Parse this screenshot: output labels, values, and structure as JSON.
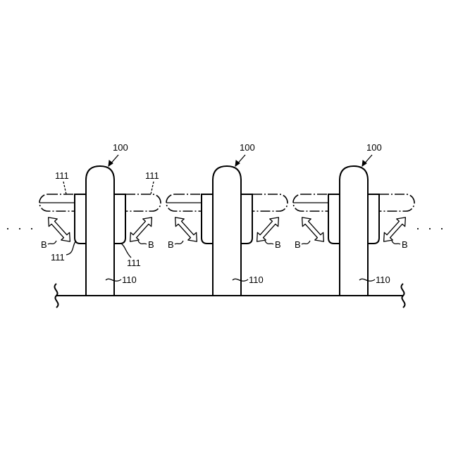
{
  "figure": {
    "units": [
      {
        "ref_label": "100",
        "post_label": "110",
        "show_left_fin_label": true
      },
      {
        "ref_label": "100",
        "post_label": "110",
        "show_left_fin_label": false
      },
      {
        "ref_label": "100",
        "post_label": "110",
        "show_left_fin_label": false
      }
    ],
    "fin_label": "111",
    "arrow_label": "B",
    "continuation_left": "· · ·",
    "continuation_right": "· · ·"
  }
}
